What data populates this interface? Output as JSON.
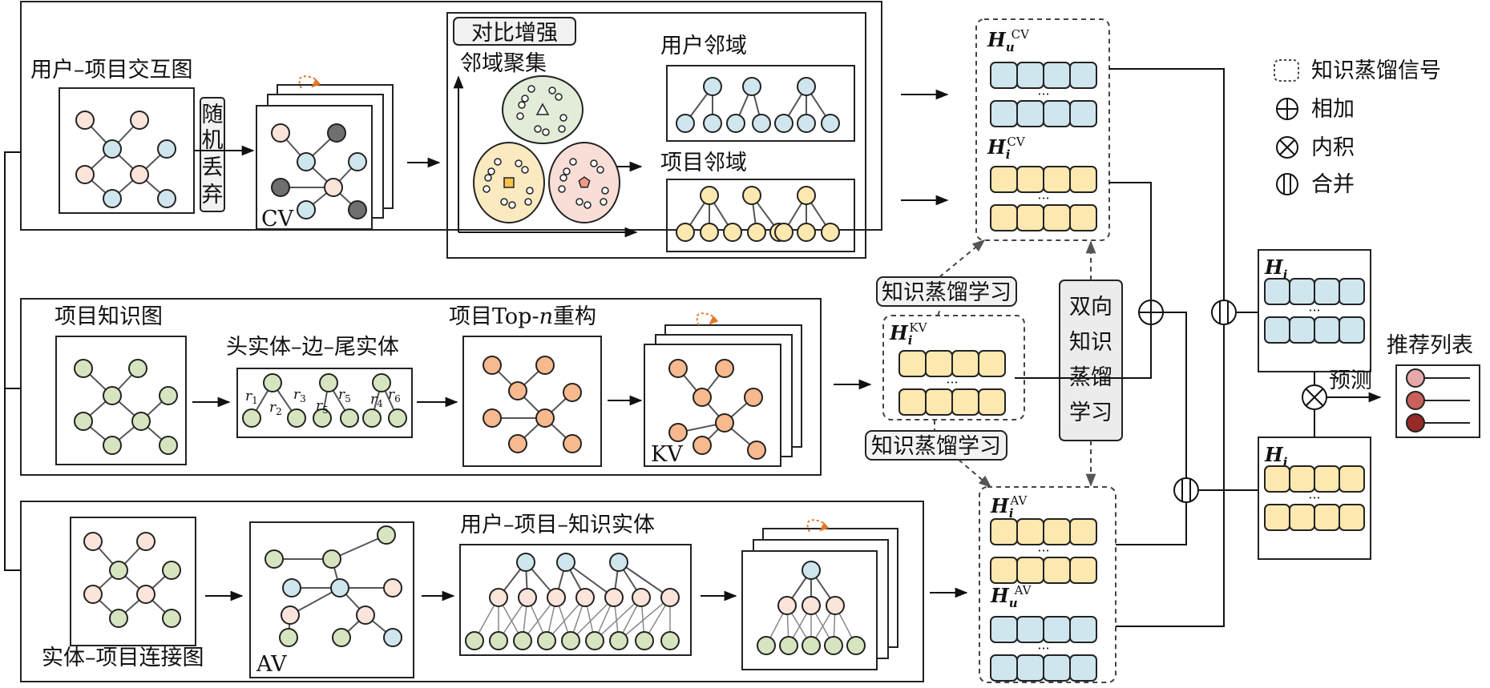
{
  "colors": {
    "user_blue": "#cfe6ee",
    "item_yellow": "#fde8b0",
    "peach": "#fbe4da",
    "green": "#d6e5bf",
    "orange": "#f7b98d",
    "dark_gray": "#6f6f6f",
    "green_cluster": "#e3ecd8",
    "yellow_cluster": "#fbe9c0",
    "pink_cluster": "#f8ded6",
    "legend_1": "#e6a8a8",
    "legend_2": "#c9605a",
    "legend_3": "#962a26",
    "accent_orange": "#e0782a"
  },
  "branch1": {
    "interaction_graph_label": "用户–项目交互图",
    "random_drop": [
      "随",
      "机",
      "丢",
      "弃"
    ],
    "cv_label": "CV",
    "contrastive_tag": "对比增强",
    "neighbor_aggregation": "邻域聚集",
    "user_neighborhood": "用户邻域",
    "item_neighborhood": "项目邻域"
  },
  "branch2": {
    "kg_label": "项目知识图",
    "triple_label": "头实体–边–尾实体",
    "relations": [
      "r1",
      "r2",
      "r3",
      "r5",
      "r5",
      "r4",
      "r6"
    ],
    "topn_prefix": "项目Top-",
    "topn_n": "n",
    "topn_suffix": "重构",
    "kv_label": "KV"
  },
  "branch3": {
    "entity_item_label": "实体–项目连接图",
    "av_label": "AV",
    "uik_label": "用户–项目–知识实体"
  },
  "embeddings": {
    "h_u_cv": {
      "H": "H",
      "sub": "u",
      "sup": "CV"
    },
    "h_i_cv": {
      "H": "H",
      "sub": "i",
      "sup": "CV"
    },
    "h_i_kv": {
      "H": "H",
      "sub": "i",
      "sup": "KV"
    },
    "h_i_av": {
      "H": "H",
      "sub": "i",
      "sup": "AV"
    },
    "h_u_av": {
      "H": "H",
      "sub": "u",
      "sup": "AV"
    },
    "h_i_top": {
      "H": "H",
      "sub": "i"
    },
    "h_i_bottom": {
      "H": "H",
      "sub": "i"
    },
    "dots": "···"
  },
  "kd": {
    "learning_top": "知识蒸馏学习",
    "learning_bottom": "知识蒸馏学习",
    "bidirectional": [
      "双向",
      "知识",
      "蒸馏",
      "学习"
    ]
  },
  "output": {
    "predict": "预测",
    "rec_list": "推荐列表"
  },
  "legend": [
    {
      "icon": "dashed-box-icon",
      "label": "知识蒸馏信号"
    },
    {
      "icon": "plus-circle-icon",
      "label": "相加"
    },
    {
      "icon": "times-circle-icon",
      "label": "内积"
    },
    {
      "icon": "concat-circle-icon",
      "label": "合并"
    }
  ]
}
